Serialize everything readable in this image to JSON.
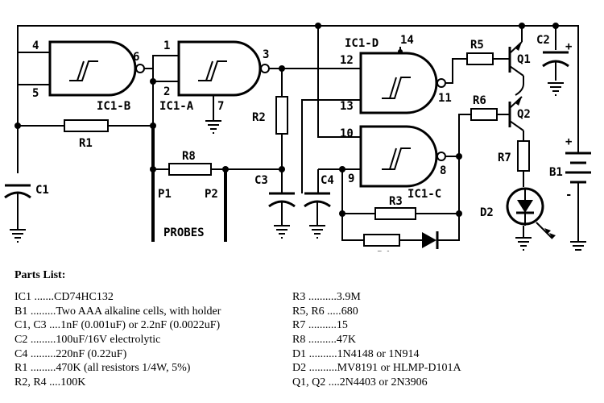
{
  "schematic": {
    "gates": [
      {
        "id": "IC1-B",
        "label": "IC1-B",
        "pins": {
          "in_a": "4",
          "in_b": "5",
          "out": "6"
        }
      },
      {
        "id": "IC1-A",
        "label": "IC1-A",
        "pins": {
          "in_a": "1",
          "in_b": "2",
          "out": "3",
          "gnd": "7"
        }
      },
      {
        "id": "IC1-D",
        "label": "IC1-D",
        "pins": {
          "in_a": "12",
          "in_b": "13",
          "out": "11",
          "vcc": "14"
        }
      },
      {
        "id": "IC1-C",
        "label": "IC1-C",
        "pins": {
          "in_a": "10",
          "in_b": "9",
          "out": "8"
        }
      }
    ],
    "components": {
      "r1": "R1",
      "r2": "R2",
      "r3": "R3",
      "r4": "R4",
      "r5": "R5",
      "r6": "R6",
      "r7": "R7",
      "r8": "R8",
      "c1": "C1",
      "c2": "C2",
      "c3": "C3",
      "c4": "C4",
      "q1": "Q1",
      "q2": "Q2",
      "d1": "D1",
      "d2": "D2",
      "b1": "B1",
      "p1": "P1",
      "p2": "P2",
      "probes": "PROBES"
    },
    "polarity": {
      "c2_plus": "+",
      "b1_plus": "+",
      "b1_minus": "-"
    }
  },
  "parts_list": {
    "title": "Parts List:",
    "left": [
      {
        "ref": "IC1",
        "leader": " ....... ",
        "value": "CD74HC132"
      },
      {
        "ref": "B1",
        "leader": " ......... ",
        "value": "Two AAA alkaline cells, with holder"
      },
      {
        "ref": "C1, C3",
        "leader": " .... ",
        "value": "1nF (0.001uF) or 2.2nF (0.0022uF)"
      },
      {
        "ref": "C2",
        "leader": " ......... ",
        "value": "100uF/16V electrolytic"
      },
      {
        "ref": "C4",
        "leader": " ......... ",
        "value": "220nF (0.22uF)"
      },
      {
        "ref": "R1",
        "leader": " ......... ",
        "value": "470K (all resistors 1/4W, 5%)"
      },
      {
        "ref": "R2, R4",
        "leader": " .... ",
        "value": "100K"
      }
    ],
    "right": [
      {
        "ref": "R3",
        "leader": " .......... ",
        "value": "3.9M"
      },
      {
        "ref": "R5, R6",
        "leader": " ..... ",
        "value": "680"
      },
      {
        "ref": "R7",
        "leader": " .......... ",
        "value": "15"
      },
      {
        "ref": "R8",
        "leader": " .......... ",
        "value": "47K"
      },
      {
        "ref": "D1",
        "leader": " .......... ",
        "value": "1N4148 or 1N914"
      },
      {
        "ref": "D2",
        "leader": " .......... ",
        "value": "MV8191 or HLMP-D101A"
      },
      {
        "ref": "Q1, Q2",
        "leader": " .... ",
        "value": "2N4403 or 2N3906"
      }
    ]
  }
}
